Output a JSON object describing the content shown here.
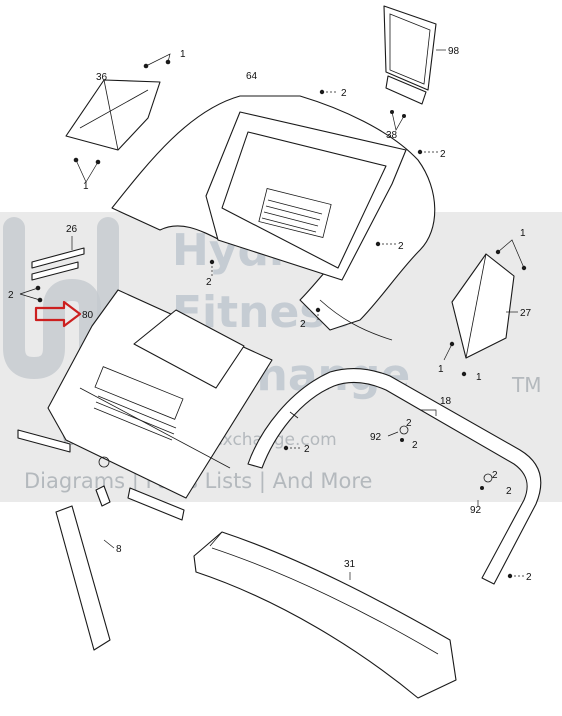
{
  "callouts": {
    "c1": "1",
    "c2": "2",
    "c8": "8",
    "c18": "18",
    "c26": "26",
    "c27": "27",
    "c31": "31",
    "c36": "36",
    "c38": "38",
    "c64": "64",
    "c80": "80",
    "c92": "92",
    "c98": "98"
  },
  "watermark": {
    "line1": "Hydro",
    "line2": "Fitness",
    "line3": "Exchange",
    "tm": "TM",
    "url": "www.hydrofitnessexchange.com",
    "tagline": "Diagrams | Parts Lists | And More"
  },
  "colors": {
    "line": "#1a1a1a",
    "arrow": "#cc1f1f",
    "watermark_band": "#d8d8d8",
    "watermark_text": "#b9c2cc"
  },
  "icons": [
    "red-arrow-icon",
    "watermark-logo-icon"
  ]
}
